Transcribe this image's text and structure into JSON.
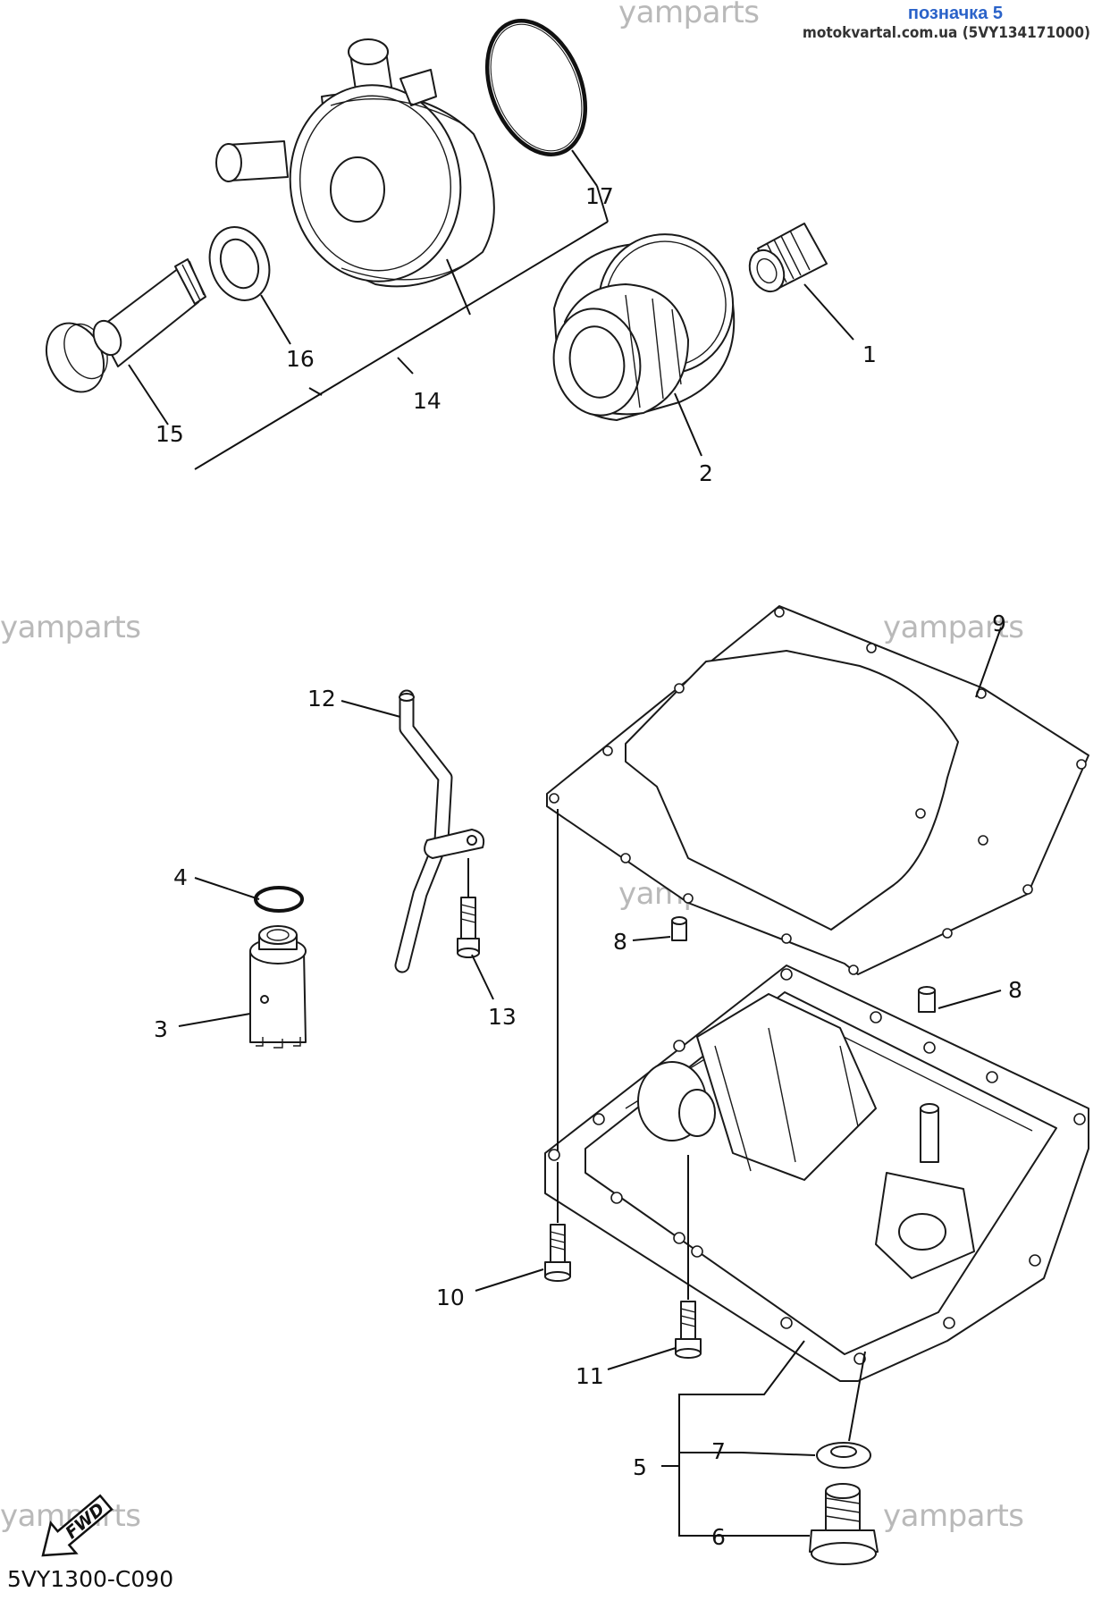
{
  "note": {
    "title": "позначка 5",
    "source": "motokvartal.com.ua (5VY134171000)"
  },
  "watermark": "yamparts",
  "diagram_code": "5VY1300-C090",
  "fwd_label": "FWD",
  "callouts": [
    {
      "id": "c1",
      "label": "1"
    },
    {
      "id": "c2",
      "label": "2"
    },
    {
      "id": "c3",
      "label": "3"
    },
    {
      "id": "c4",
      "label": "4"
    },
    {
      "id": "c5",
      "label": "5"
    },
    {
      "id": "c6",
      "label": "6"
    },
    {
      "id": "c7",
      "label": "7"
    },
    {
      "id": "c8a",
      "label": "8"
    },
    {
      "id": "c8b",
      "label": "8"
    },
    {
      "id": "c9",
      "label": "9"
    },
    {
      "id": "c10",
      "label": "10"
    },
    {
      "id": "c11",
      "label": "11"
    },
    {
      "id": "c12",
      "label": "12"
    },
    {
      "id": "c13",
      "label": "13"
    },
    {
      "id": "c14",
      "label": "14"
    },
    {
      "id": "c15",
      "label": "15"
    },
    {
      "id": "c16",
      "label": "16"
    },
    {
      "id": "c17",
      "label": "17"
    }
  ]
}
